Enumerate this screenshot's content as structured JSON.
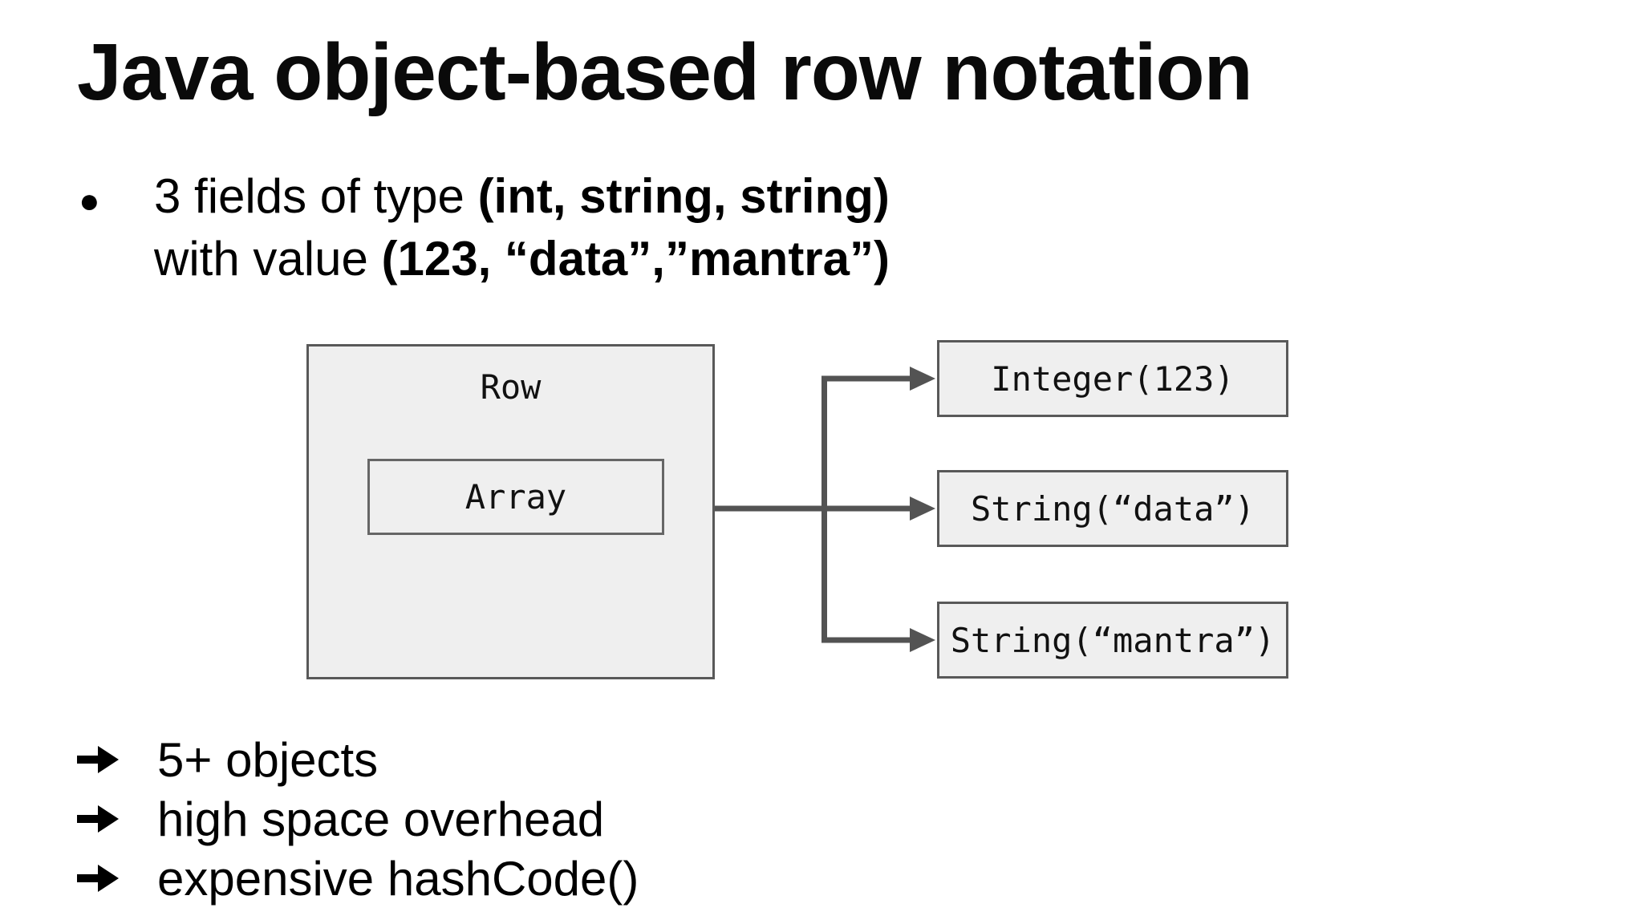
{
  "slide": {
    "title": "Java object-based row notation",
    "bullet": {
      "marker": "●",
      "line1_regular": "3 fields of type ",
      "line1_bold": "(int, string, string)",
      "line2_regular": "with value ",
      "line2_bold": "(123, “data”,”mantra”)"
    },
    "diagram": {
      "row_label": "Row",
      "array_label": "Array",
      "targets": [
        "Integer(123)",
        "String(“data”)",
        "String(“mantra”)"
      ],
      "connector_icon": "branching-right-arrows-icon"
    },
    "takeaways": {
      "marker_icon": "heavy-right-arrow-icon",
      "items": [
        "5+ objects",
        "high space overhead",
        "expensive hashCode()"
      ]
    },
    "colors": {
      "box_fill": "#efefef",
      "box_border": "#595959",
      "inner_box_border": "#666666",
      "connector": "#535353",
      "text": "#000000"
    }
  }
}
